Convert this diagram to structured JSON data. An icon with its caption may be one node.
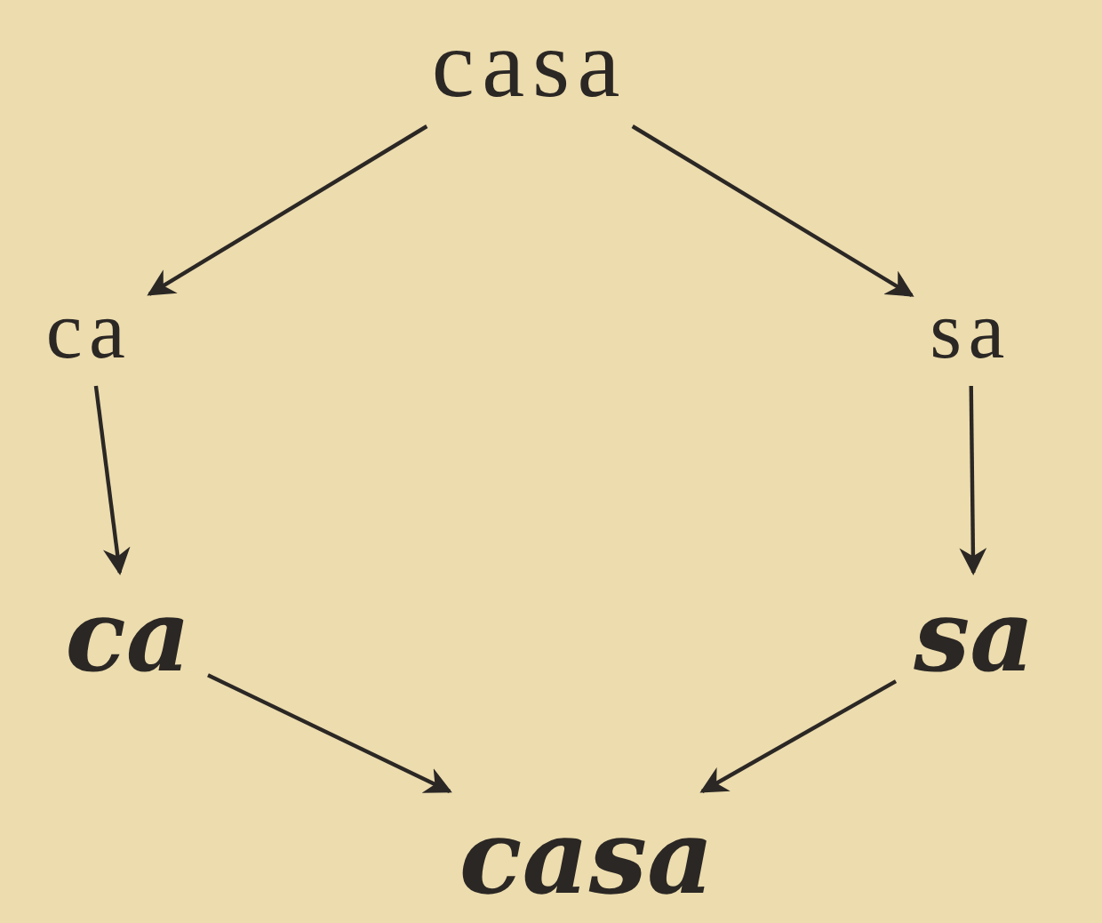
{
  "diagram": {
    "nodes": [
      {
        "text": [
          "casa"
        ]
      },
      {
        "text": [
          "ca"
        ]
      },
      {
        "text": [
          "sa"
        ]
      },
      {
        "text": [
          "ca"
        ]
      },
      {
        "text": [
          "sa"
        ]
      },
      {
        "text": [
          "casa"
        ]
      }
    ],
    "edges": [
      {
        "from": 0,
        "to": 1,
        "arrow": "to"
      },
      {
        "from": 0,
        "to": 2,
        "arrow": "to"
      },
      {
        "from": 1,
        "to": 3,
        "arrow": "to"
      },
      {
        "from": 2,
        "to": 4,
        "arrow": "to"
      },
      {
        "from": 3,
        "to": 5,
        "arrow": "to"
      },
      {
        "from": 4,
        "to": 5,
        "arrow": "to"
      }
    ]
  }
}
